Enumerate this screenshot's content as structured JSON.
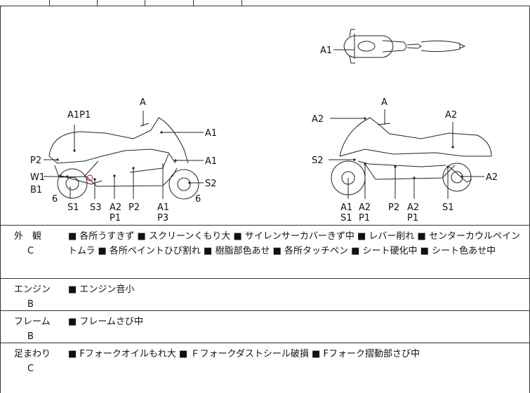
{
  "diagram": {
    "top_view": {
      "labels": [
        "A1"
      ]
    },
    "left_bike": {
      "labels": [
        "A1P1",
        "A",
        "A1",
        "P2",
        "A1",
        "W1",
        "B1",
        "S2",
        "6",
        "S1",
        "S3",
        "A2",
        "P1",
        "P2",
        "A1",
        "P3",
        "6"
      ]
    },
    "right_bike": {
      "labels": [
        "A",
        "A2",
        "A2",
        "S2",
        "A2",
        "A1",
        "S1",
        "A2",
        "P1",
        "P2",
        "A2",
        "P1",
        "S1"
      ]
    }
  },
  "sections": [
    {
      "category": "外　観",
      "grade": "C",
      "text": "■ 各所うすきず ■ スクリーンくもり大 ■ サイレンサーカバーきず中 ■ レバー削れ ■ センターカウルペイントムラ ■ 各所ペイントひび割れ ■ 樹脂部色あせ ■ 各所タッチペン ■ シート硬化中 ■ シート色あせ中"
    },
    {
      "category": "エンジン",
      "grade": "B",
      "text": "■ エンジン音小"
    },
    {
      "category": "フレーム",
      "grade": "B",
      "text": "■ フレームさび中"
    },
    {
      "category": "足まわり",
      "grade": "C",
      "text": "■ Fフォークオイルもれ大 ■ Ｆフォークダストシール破損 ■ Fフォーク摺動部さび中"
    }
  ]
}
